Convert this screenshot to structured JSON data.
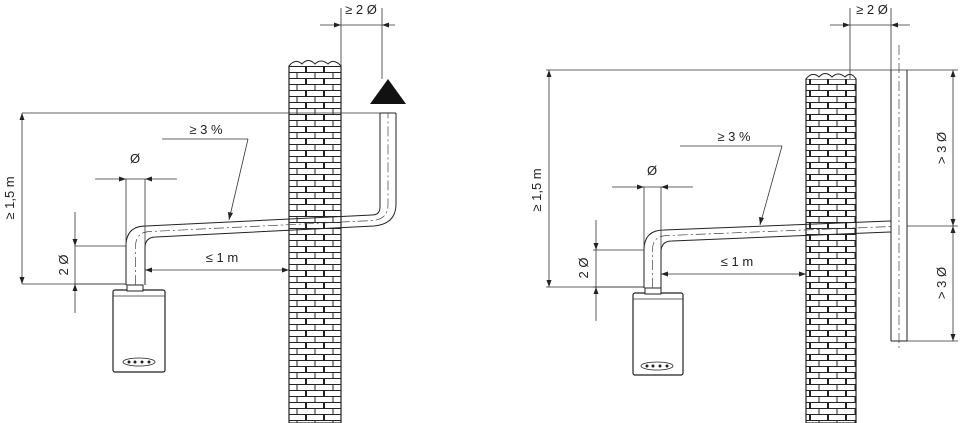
{
  "left_diagram": {
    "chimney_gap": "≥ 2 Ø",
    "slope": "≥ 3 %",
    "pipe_diameter": "Ø",
    "vertical_rise": "2 Ø",
    "horizontal_distance": "≤ 1 m",
    "height": "≥ 1,5 m"
  },
  "right_diagram": {
    "chimney_gap": "≥ 2 Ø",
    "slope": "≥ 3 %",
    "pipe_diameter": "Ø",
    "vertical_rise": "2 Ø",
    "horizontal_distance": "≤ 1 m",
    "height": "≥ 1,5 m",
    "upper_section": "> 3 Ø",
    "lower_section": "> 3 Ø"
  },
  "colors": {
    "line": "#222222",
    "background": "#ffffff"
  }
}
